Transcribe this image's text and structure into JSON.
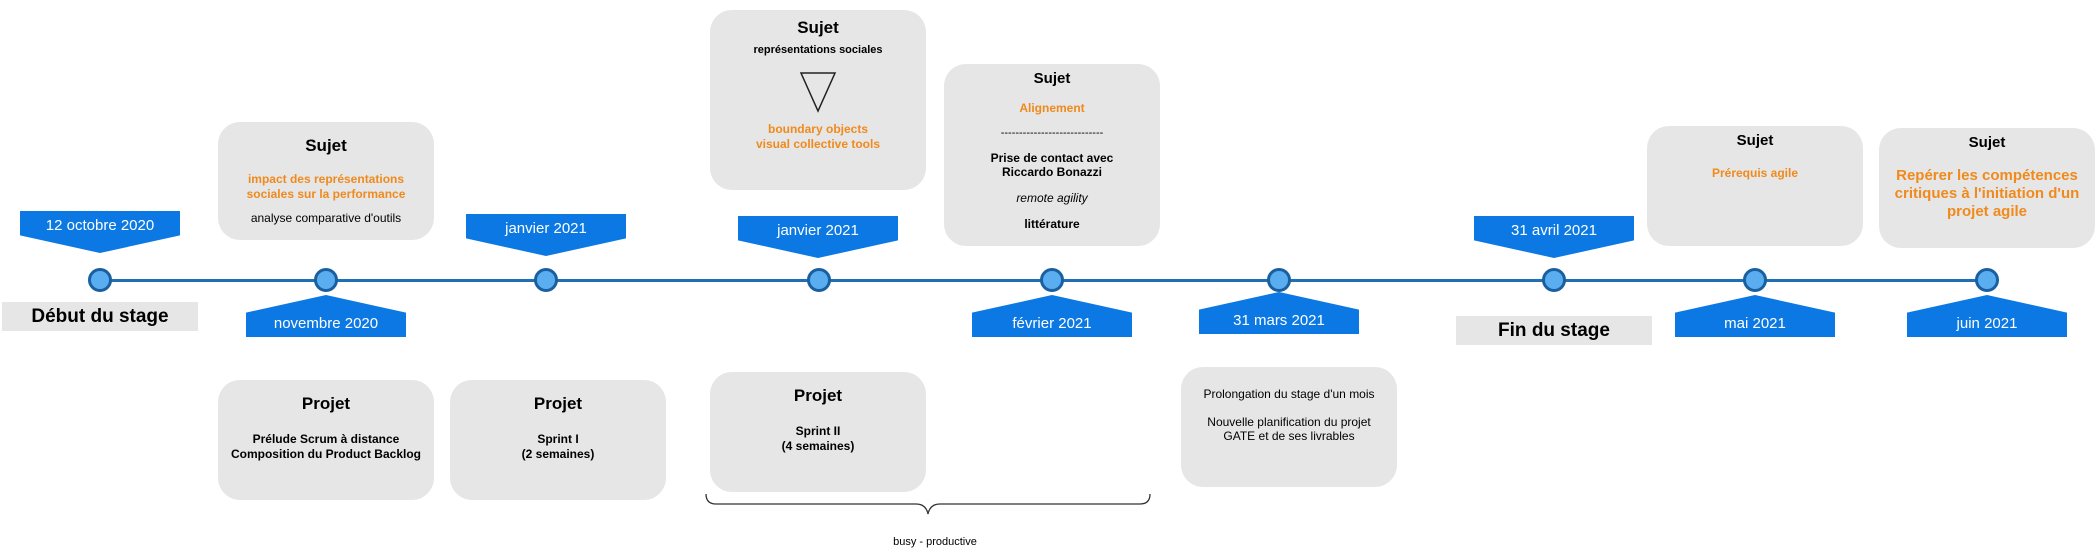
{
  "milestones": {
    "oct2020": "12 octobre 2020",
    "nov2020": "novembre 2020",
    "jan2021a": "janvier 2021",
    "jan2021b": "janvier 2021",
    "feb2021": "février 2021",
    "mar2021": "31 mars 2021",
    "apr2021": "31 avril 2021",
    "may2021": "mai 2021",
    "jun2021": "juin 2021"
  },
  "tags": {
    "start": "Début du stage",
    "end": "Fin du stage"
  },
  "sujet_cards": [
    {
      "title": "Sujet",
      "orange": "impact des représentations sociales sur la performance",
      "text": "analyse comparative d'outils"
    },
    {
      "title": "Sujet",
      "subtitle": "représentations sociales",
      "orange": "boundary objects\nvisual collective tools"
    },
    {
      "title": "Sujet",
      "orange": "Alignement",
      "separator": "----------------------------",
      "contact": "Prise de contact avec Riccardo Bonazzi",
      "italic": "remote agility",
      "bold": "littérature"
    },
    {
      "title": "Sujet",
      "orange": "Prérequis agile"
    },
    {
      "title": "Sujet",
      "orange": "Repérer les compétences critiques à l'initiation d'un projet agile"
    }
  ],
  "projet_cards": [
    {
      "title": "Projet",
      "text": "Prélude Scrum à distance\nComposition du Product Backlog"
    },
    {
      "title": "Projet",
      "text": "Sprint I\n(2 semaines)"
    },
    {
      "title": "Projet",
      "text": "Sprint II\n(4 semaines)"
    }
  ],
  "note_card": {
    "line1": "Prolongation du stage d'un mois",
    "line2": "Nouvelle planification du projet GATE et de ses livrables"
  },
  "brace_label": "busy - productive",
  "colors": {
    "flag": "#0b78e3",
    "axis": "#1f6fb8",
    "node": "#5aaef0",
    "card": "#e6e6e6",
    "accent": "#f08a1c"
  }
}
